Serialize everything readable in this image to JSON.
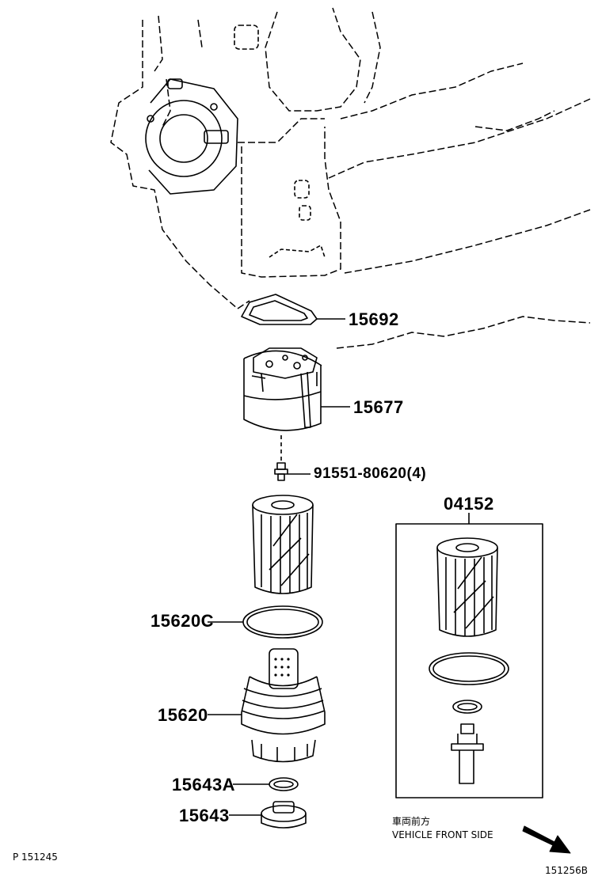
{
  "callouts": {
    "gasket": "15692",
    "housing": "15677",
    "bolt": "91551-80620(4)",
    "kit": "04152",
    "oring": "15620C",
    "cap": "15620",
    "drain_gasket": "15643A",
    "drain_plug": "15643"
  },
  "direction": {
    "jp": "車両前方",
    "en": "VEHICLE FRONT SIDE"
  },
  "codes": {
    "left": "P 151245",
    "right": "151256B"
  }
}
